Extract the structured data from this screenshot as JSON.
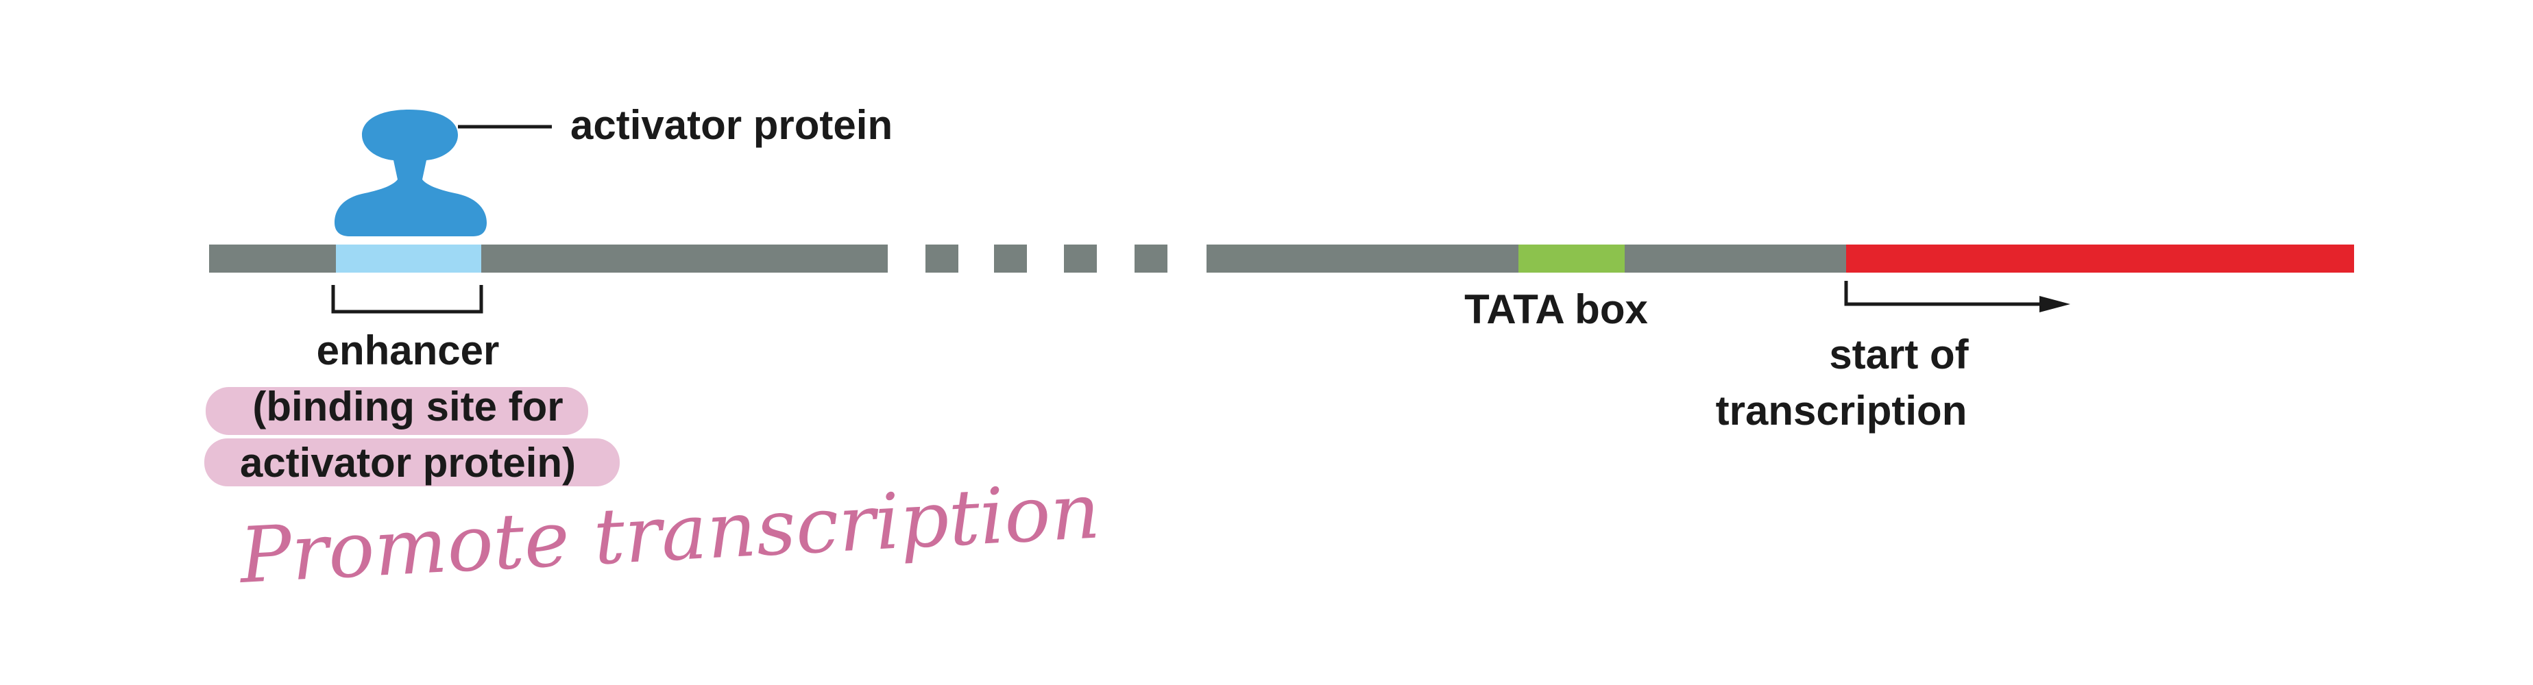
{
  "diagram": {
    "activator_label": "activator protein",
    "enhancer_label": "enhancer",
    "enhancer_note_line1": "(binding site for",
    "enhancer_note_line2": "activator protein)",
    "tata_label": "TATA box",
    "start_line1": "start of",
    "start_line2": "transcription",
    "handwritten_note": "Promote transcription"
  },
  "colors": {
    "dna_gray": "#77817e",
    "enhancer_blue": "#9ed9f5",
    "activator_blue": "#3797d5",
    "tata_green": "#8cc24d",
    "gene_red": "#e5232b",
    "text": "#1a1a1a",
    "highlight_pink": "#e8c0d6",
    "handwriting_pink": "#cc6f9b"
  }
}
